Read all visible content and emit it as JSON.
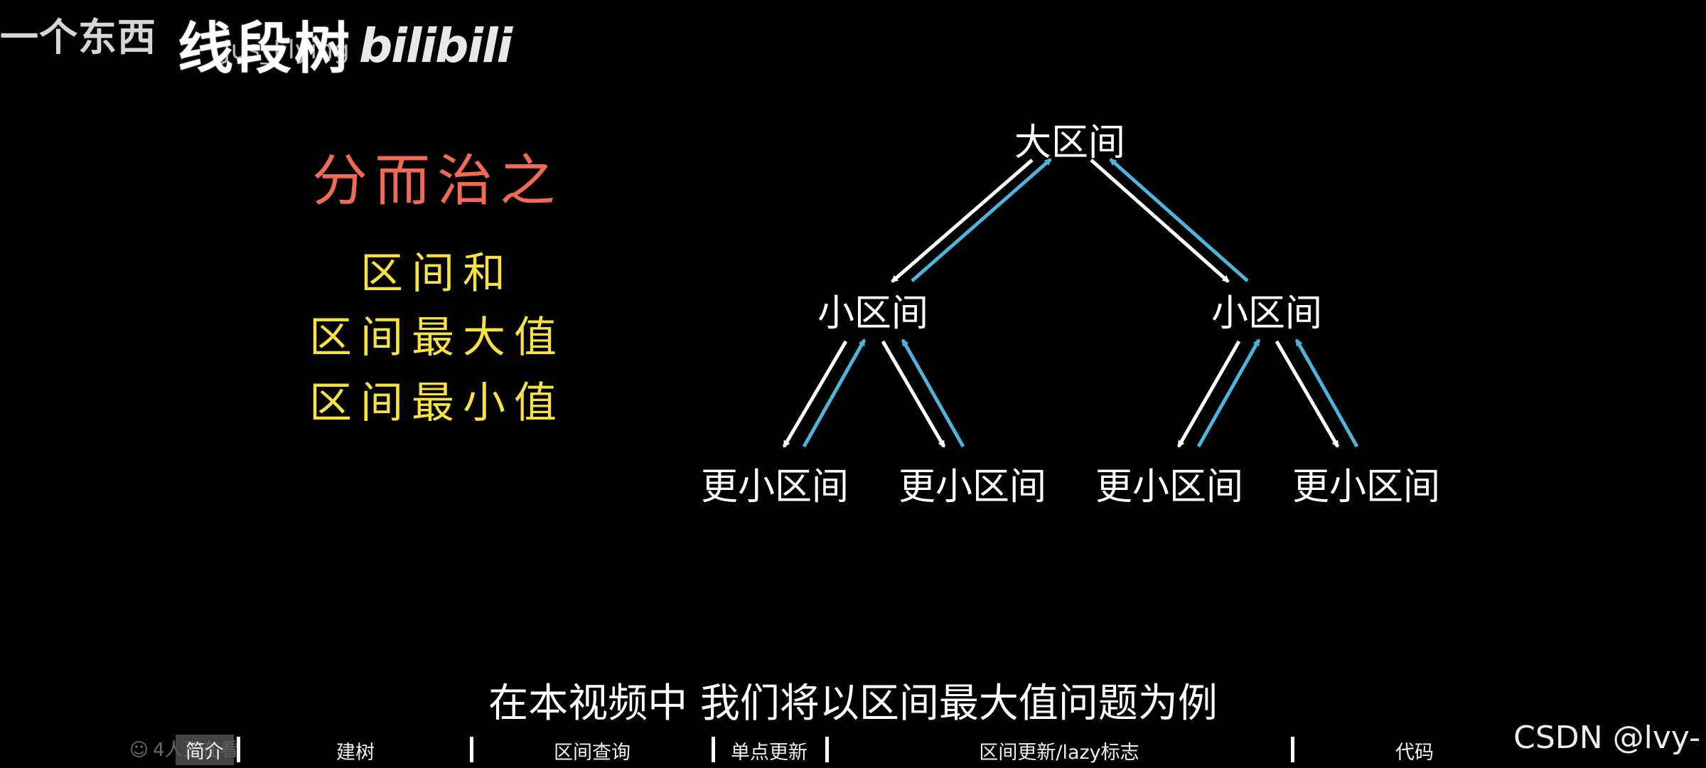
{
  "overlay": {
    "top_left_fragment": "一个东西",
    "video_title": "线段树",
    "uploader": "_Jus_Flying",
    "platform_logo": "bilibili"
  },
  "concept_panel": {
    "heading": "分而治之",
    "items": [
      "区间和",
      "区间最大值",
      "区间最小值"
    ],
    "heading_color": "#f06a55",
    "item_color": "#f7e245"
  },
  "tree": {
    "root": "大区间",
    "level1": [
      "小区间",
      "小区间"
    ],
    "level2": [
      "更小区间",
      "更小区间",
      "更小区间",
      "更小区间"
    ],
    "down_arrow_color": "#ffffff",
    "up_arrow_color": "#4fb3dc"
  },
  "subtitle": "在本视频中 我们将以区间最大值问题为例",
  "player": {
    "viewer_icon": "people-icon",
    "viewer_count": "4人正在看",
    "chapters": [
      "简介",
      "建树",
      "区间查询",
      "单点更新",
      "区间更新/lazy标志",
      "代码"
    ],
    "active_chapter": "简介"
  },
  "watermark": "CSDN @lvy-"
}
